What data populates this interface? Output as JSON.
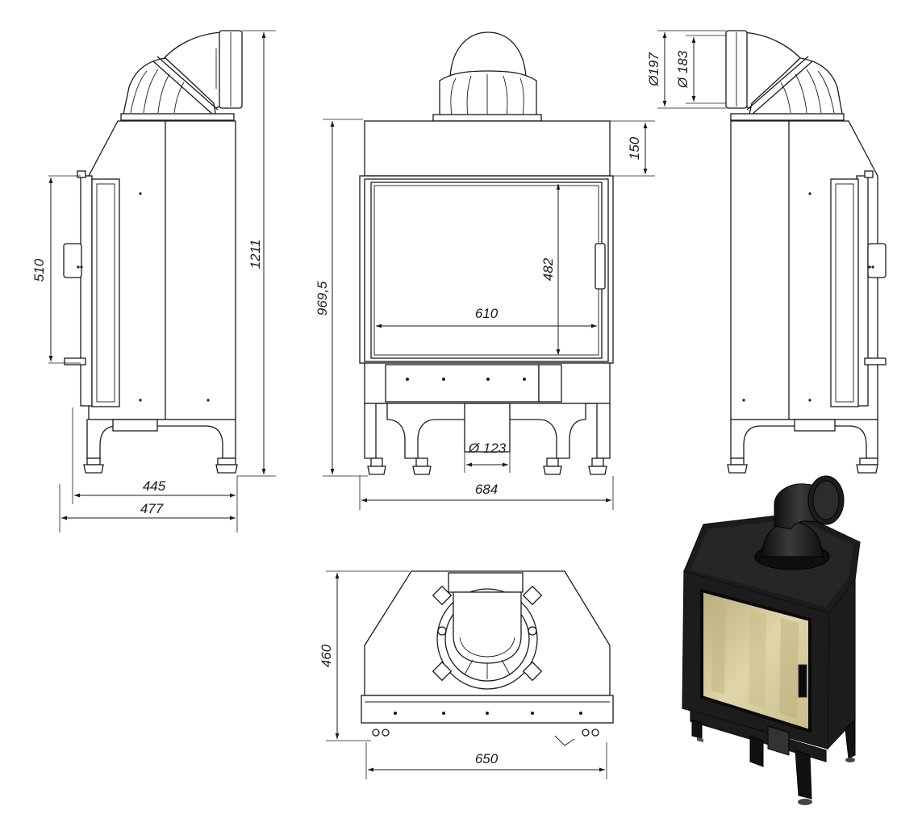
{
  "dimensions": {
    "side_left_width_inner": "445",
    "side_left_width_outer": "477",
    "side_left_height": "1211",
    "side_left_door": "510",
    "front_height": "969,5",
    "front_width": "684",
    "front_glass_width": "610",
    "front_glass_height": "482",
    "front_top_band": "150",
    "front_air_inlet": "Ø 123",
    "flue_outer": "Ø197",
    "flue_inner": "Ø 183",
    "top_depth": "460",
    "top_width": "650"
  },
  "colors": {
    "line": "#1a1a1a",
    "render_body": "#1c1c1c",
    "render_glass": "#d9cc9c"
  }
}
